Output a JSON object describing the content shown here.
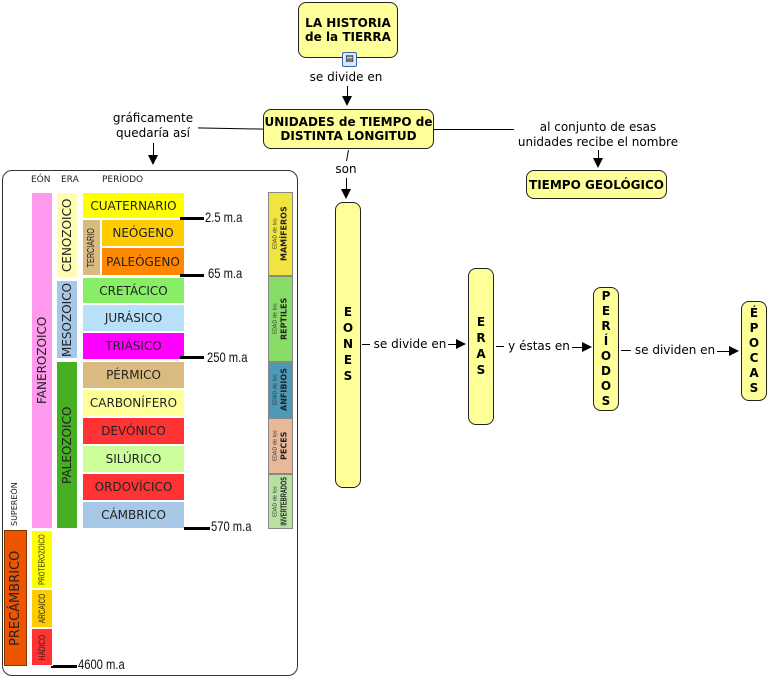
{
  "map": {
    "root": "LA HISTORIA de la TIERRA",
    "root_link": "se divide en",
    "unidades": "UNIDADES de TIEMPO de DISTINTA LONGITUD",
    "left_link": "gráficamente quedaría así",
    "right_link": "al conjunto de esas unidades recibe el nombre",
    "tiempo": "TIEMPO GEOLÓGICO",
    "son_link": "son",
    "eones": "EONES",
    "eones_link": "se divide en",
    "eras": "ERAS",
    "eras_link": "y éstas en",
    "periodos": "PERÍODOS",
    "periodos_link": "se dividen en",
    "epocas": "ÉPOCAS",
    "attachment_icon": "document-image-icon"
  },
  "image": {
    "headers": {
      "eon": "EÓN",
      "era": "ERA",
      "periodo": "PERÍODO",
      "supereon": "SUPEREÓN"
    },
    "eons": [
      {
        "label": "FANEROZOICO",
        "color": "#ff99ee"
      }
    ],
    "eras": [
      {
        "label": "CENOZOICO",
        "color": "#fffdb0"
      },
      {
        "label": "MESOZOICO",
        "color": "#a8c8e8"
      },
      {
        "label": "PALEOZOICO",
        "color": "#44b022"
      }
    ],
    "terciario": {
      "label": "TERCIARIO",
      "color": "#d9bb80"
    },
    "periods": [
      {
        "label": "CUATERNARIO",
        "color": "#ffff00"
      },
      {
        "label": "NEÓGENO",
        "color": "#ffcc00"
      },
      {
        "label": "PALEÓGENO",
        "color": "#ff8800"
      },
      {
        "label": "CRETÁCICO",
        "color": "#88ee66"
      },
      {
        "label": "JURÁSICO",
        "color": "#b8e0f8"
      },
      {
        "label": "TRIÁSICO",
        "color": "#ff00ff"
      },
      {
        "label": "PÉRMICO",
        "color": "#d9bb80"
      },
      {
        "label": "CARBONÍFERO",
        "color": "#ffff99"
      },
      {
        "label": "DEVÓNICO",
        "color": "#ff3333"
      },
      {
        "label": "SILÚRICO",
        "color": "#ccff99"
      },
      {
        "label": "ORDOVÍCICO",
        "color": "#ff3333"
      },
      {
        "label": "CÁMBRICO",
        "color": "#a8c8e8"
      }
    ],
    "markers": [
      "2.5 m.a",
      "65 m.a",
      "250 m.a",
      "570 m.a",
      "4600 m.a"
    ],
    "precambrico": {
      "label": "PRECÁMBRICO",
      "color": "#ee5500"
    },
    "precambrian_eons": [
      {
        "label": "PROTEROZOICO",
        "color": "#ffff00"
      },
      {
        "label": "ARCAICO",
        "color": "#ffcc00"
      },
      {
        "label": "HÁDICO",
        "color": "#ff3333"
      }
    ],
    "edades": [
      {
        "prefix": "EDAD de los",
        "label": "MAMÍFEROS",
        "color": "#f2e440"
      },
      {
        "prefix": "EDAD de los",
        "label": "REPTILES",
        "color": "#88dd66"
      },
      {
        "prefix": "EDAD de los",
        "label": "ANFIBIOS",
        "color": "#4a9ab8"
      },
      {
        "prefix": "EDAD de los",
        "label": "PECES",
        "color": "#e8b898"
      },
      {
        "prefix": "EDAD de los",
        "label": "INVERTEBRADOS",
        "color": "#b8e0a0"
      }
    ]
  }
}
